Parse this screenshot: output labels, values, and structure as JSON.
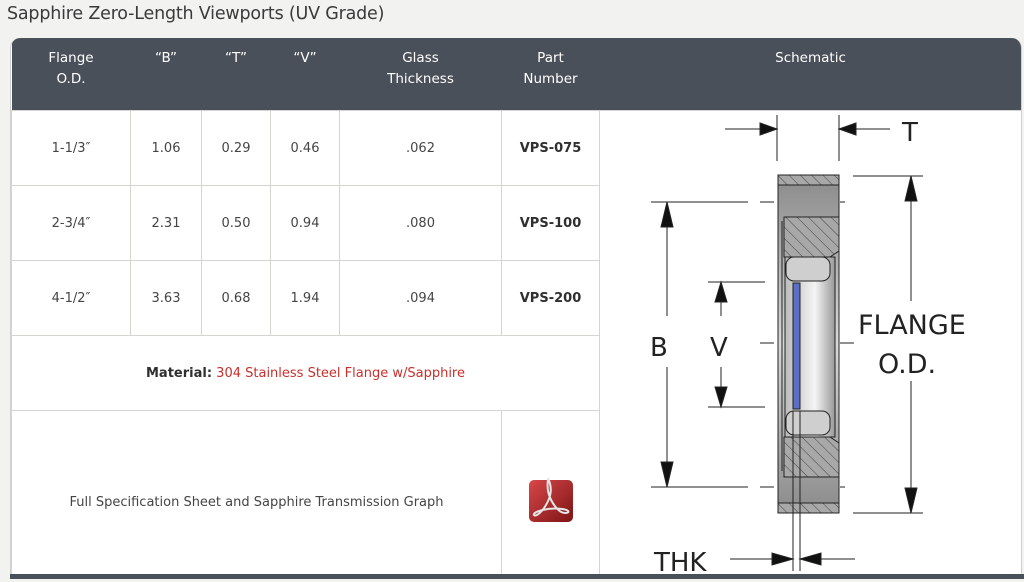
{
  "page": {
    "title": "Sapphire Zero-Length Viewports (UV Grade)"
  },
  "table": {
    "headers": [
      {
        "line1": "Flange",
        "line2": "O.D."
      },
      {
        "line1": "“B”",
        "line2": ""
      },
      {
        "line1": "“T”",
        "line2": ""
      },
      {
        "line1": "“V”",
        "line2": ""
      },
      {
        "line1": "Glass",
        "line2": "Thickness"
      },
      {
        "line1": "Part",
        "line2": "Number"
      },
      {
        "line1": "Schematic",
        "line2": ""
      }
    ],
    "rows": [
      {
        "flange_od": "1-1/3″",
        "b": "1.06",
        "t": "0.29",
        "v": "0.46",
        "glass_thickness": ".062",
        "part_number": "VPS-075"
      },
      {
        "flange_od": "2-3/4″",
        "b": "2.31",
        "t": "0.50",
        "v": "0.94",
        "glass_thickness": ".080",
        "part_number": "VPS-100"
      },
      {
        "flange_od": "4-1/2″",
        "b": "3.63",
        "t": "0.68",
        "v": "1.94",
        "glass_thickness": ".094",
        "part_number": "VPS-200"
      }
    ],
    "material": {
      "label": "Material:",
      "value": " 304 Stainless Steel Flange w/Sapphire"
    },
    "spec_sheet": {
      "text": "Full Specification Sheet and Sapphire Transmission Graph",
      "icon": "pdf-icon"
    }
  },
  "schematic": {
    "labels": {
      "t": "T",
      "b": "B",
      "v": "V",
      "flange1": "FLANGE",
      "flange2": "O.D.",
      "thk": "THK"
    },
    "colors": {
      "body": "#9a9a9a",
      "glass": "#5b6fc4",
      "line": "#222222"
    }
  },
  "colors": {
    "header_bg": "#4a5059",
    "accent_red": "#c9302c",
    "border": "#d4d4d0"
  }
}
